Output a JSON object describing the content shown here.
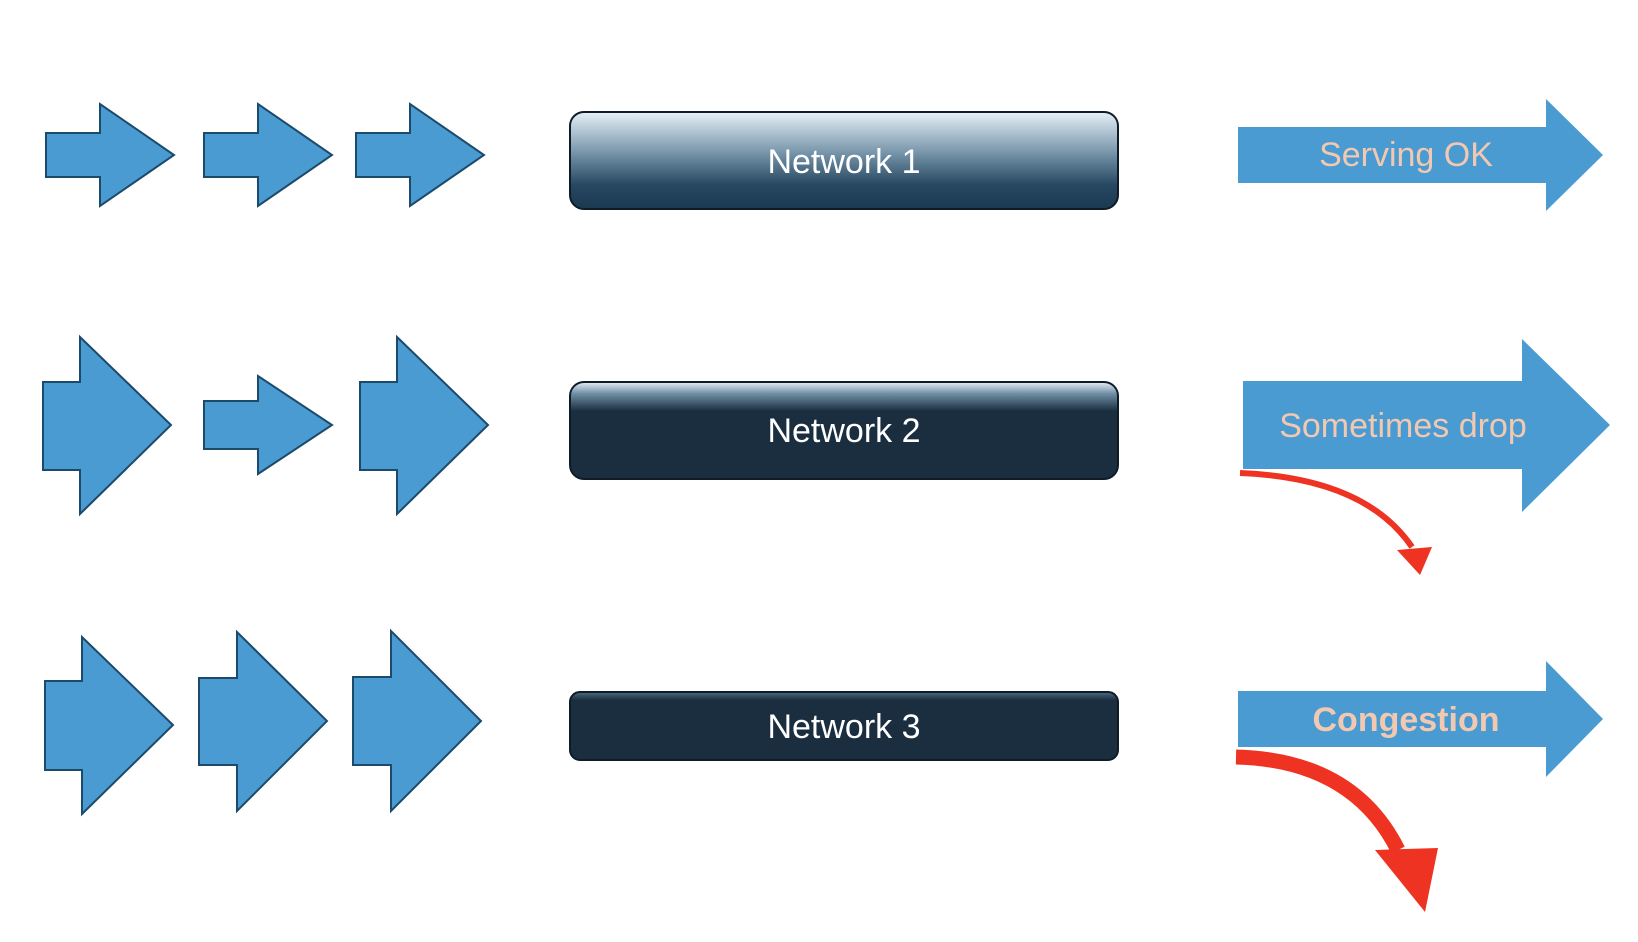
{
  "colors": {
    "arrow_fill": "#4a9bd2",
    "arrow_stroke": "#1b4a6b",
    "network_dark": "#1a2e40",
    "network_light": "#e6f0f7",
    "output_text": "#f2c9b0",
    "drop_arrow": "#ee3322"
  },
  "rows": [
    {
      "network_label": "Network 1",
      "output_label": "Serving OK",
      "output_bold": false,
      "has_drop": false,
      "input_arrow_sizes": [
        "small",
        "small",
        "small"
      ]
    },
    {
      "network_label": "Network 2",
      "output_label": "Sometimes drop",
      "output_bold": false,
      "has_drop": true,
      "drop_strength": "light",
      "input_arrow_sizes": [
        "large",
        "small",
        "large"
      ]
    },
    {
      "network_label": "Network 3",
      "output_label": "Congestion",
      "output_bold": true,
      "has_drop": true,
      "drop_strength": "heavy",
      "input_arrow_sizes": [
        "large",
        "large",
        "large"
      ]
    }
  ]
}
